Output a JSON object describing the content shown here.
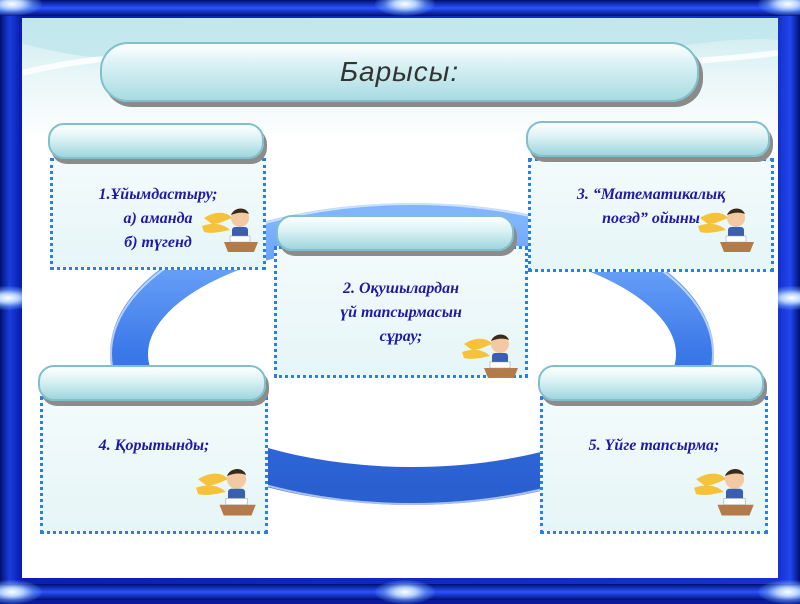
{
  "title": "Барысы:",
  "steps": [
    {
      "lines": [
        "1.Ұйымдастыру;",
        "а) аманда",
        "б) түгенд"
      ]
    },
    {
      "lines": [
        "2. Оқушылардан",
        "үй тапсырмасын",
        "сұрау;"
      ]
    },
    {
      "lines": [
        "3. “Математикалық",
        "поезд” ойыны"
      ]
    },
    {
      "lines": [
        "4. Қорытынды;"
      ]
    },
    {
      "lines": [
        "5. Үйге тапсырма;"
      ]
    }
  ],
  "colors": {
    "text": "#1f1aa6",
    "ring": "#3a78e8",
    "frame": "#1533d0"
  },
  "icons": [
    "student-at-desk-icon"
  ]
}
